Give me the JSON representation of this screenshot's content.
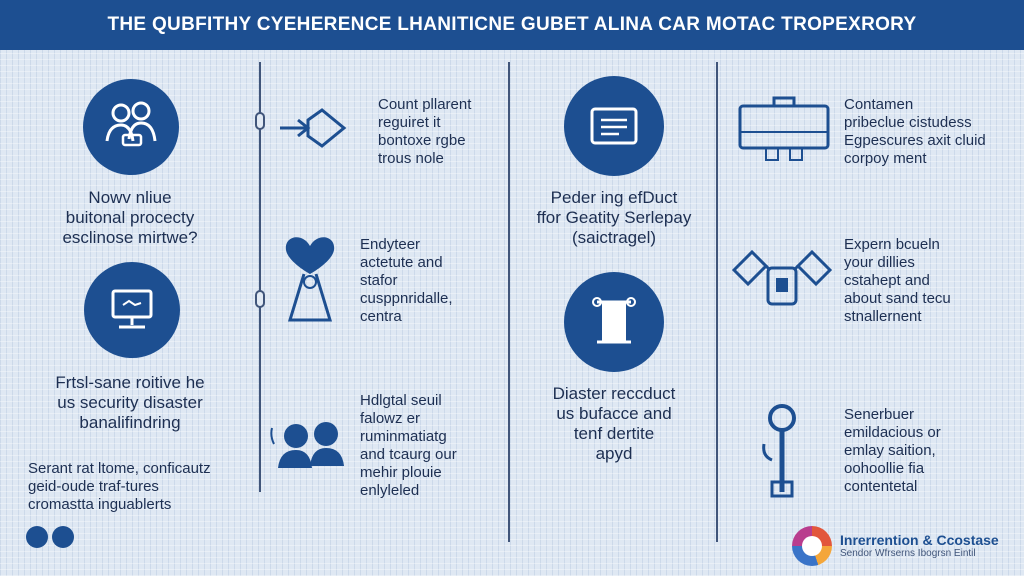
{
  "header": {
    "title": "THE QUBFITHY CYEHERENCE LHANITICNE GUBET ALINA CAR MOTAC TROPEXRORY"
  },
  "col1": {
    "block1": [
      "Nowv nliue",
      "buitonal procecty",
      "esclinose mirtwe?"
    ],
    "block2": [
      "Frtsl-sane roitive he",
      "us  security  disaster",
      "banalifindring"
    ],
    "block3": [
      "Serant rat ltome, conficautz",
      "geid-oude traf-tures",
      "cromastta inguablerts"
    ]
  },
  "col2": {
    "block1": [
      "Count pllarent",
      "reguiret it",
      "bontoxe rgbe",
      "trous nole"
    ],
    "block2": [
      "Endyteer",
      "actetute and",
      "stafor",
      "cusppnridalle,",
      "centra"
    ],
    "block3": [
      "Hdlgtal seuil",
      "falowz er",
      "ruminmatiatg",
      "and tcaurg our",
      "mehir plouie",
      "enlyleled"
    ]
  },
  "col3": {
    "block1": [
      "Peder ing efDuct",
      "ffor Geatity Serlepay",
      "(saictragel)"
    ],
    "block2": [
      "Diaster reccduct",
      "us bufacce and",
      "tenf dertite",
      "apyd"
    ]
  },
  "col4": {
    "block1": [
      "Contamen",
      "pribeclue cistudess",
      "Egpescures axit cluid",
      "corpoy ment"
    ],
    "block2": [
      "Expern bcueln",
      "your dillies",
      "cstahept and",
      "about sand tecu",
      "stnallernent"
    ],
    "block3": [
      "Senerbuer",
      "emildacious or",
      "emlay saition,",
      "oohoollie fia",
      "contentetal"
    ]
  },
  "footer": {
    "brand": "Inrerrention & Ccostase",
    "tagline": "Sendor Wfrserns Ibogrsn Eintil"
  },
  "colors": {
    "primary": "#1d4f91",
    "text": "#1d2f52",
    "background": "#dfe8f3"
  },
  "icons": [
    "people-icon",
    "monitor-icon",
    "connector-icon",
    "heart-figure-icon",
    "faces-icon",
    "document-icon",
    "scroll-icon",
    "device-icon",
    "satellite-icon",
    "key-icon"
  ]
}
